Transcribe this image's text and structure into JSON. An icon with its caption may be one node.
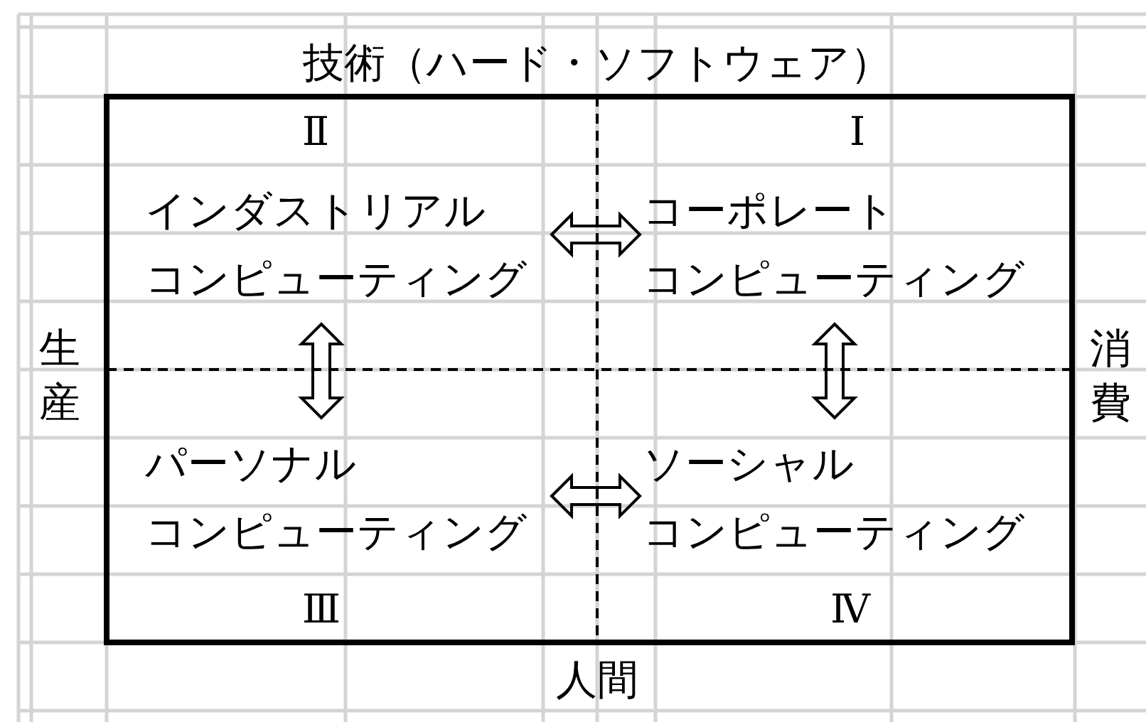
{
  "diagram": {
    "title": "技術（ハード・ソフトウェア）",
    "nodes": [
      {
        "text": [
          "インダストリアル",
          "コンピューティング"
        ]
      },
      {
        "text": [
          "コーポレート",
          "コンピューティング"
        ]
      },
      {
        "text": [
          "パーソナル",
          "コンピューティング"
        ]
      },
      {
        "text": [
          "ソーシャル",
          "コンピューティング"
        ]
      }
    ],
    "edges": [
      {
        "from": 0,
        "to": 1,
        "arrow": "both"
      },
      {
        "from": 0,
        "to": 2,
        "arrow": "both"
      },
      {
        "from": 1,
        "to": 3,
        "arrow": "both"
      },
      {
        "from": 2,
        "to": 3,
        "arrow": "both"
      }
    ],
    "labels": [
      "Ⅱ",
      "Ⅰ",
      "生産",
      "消費",
      "Ⅲ",
      "Ⅳ",
      "人間"
    ]
  }
}
